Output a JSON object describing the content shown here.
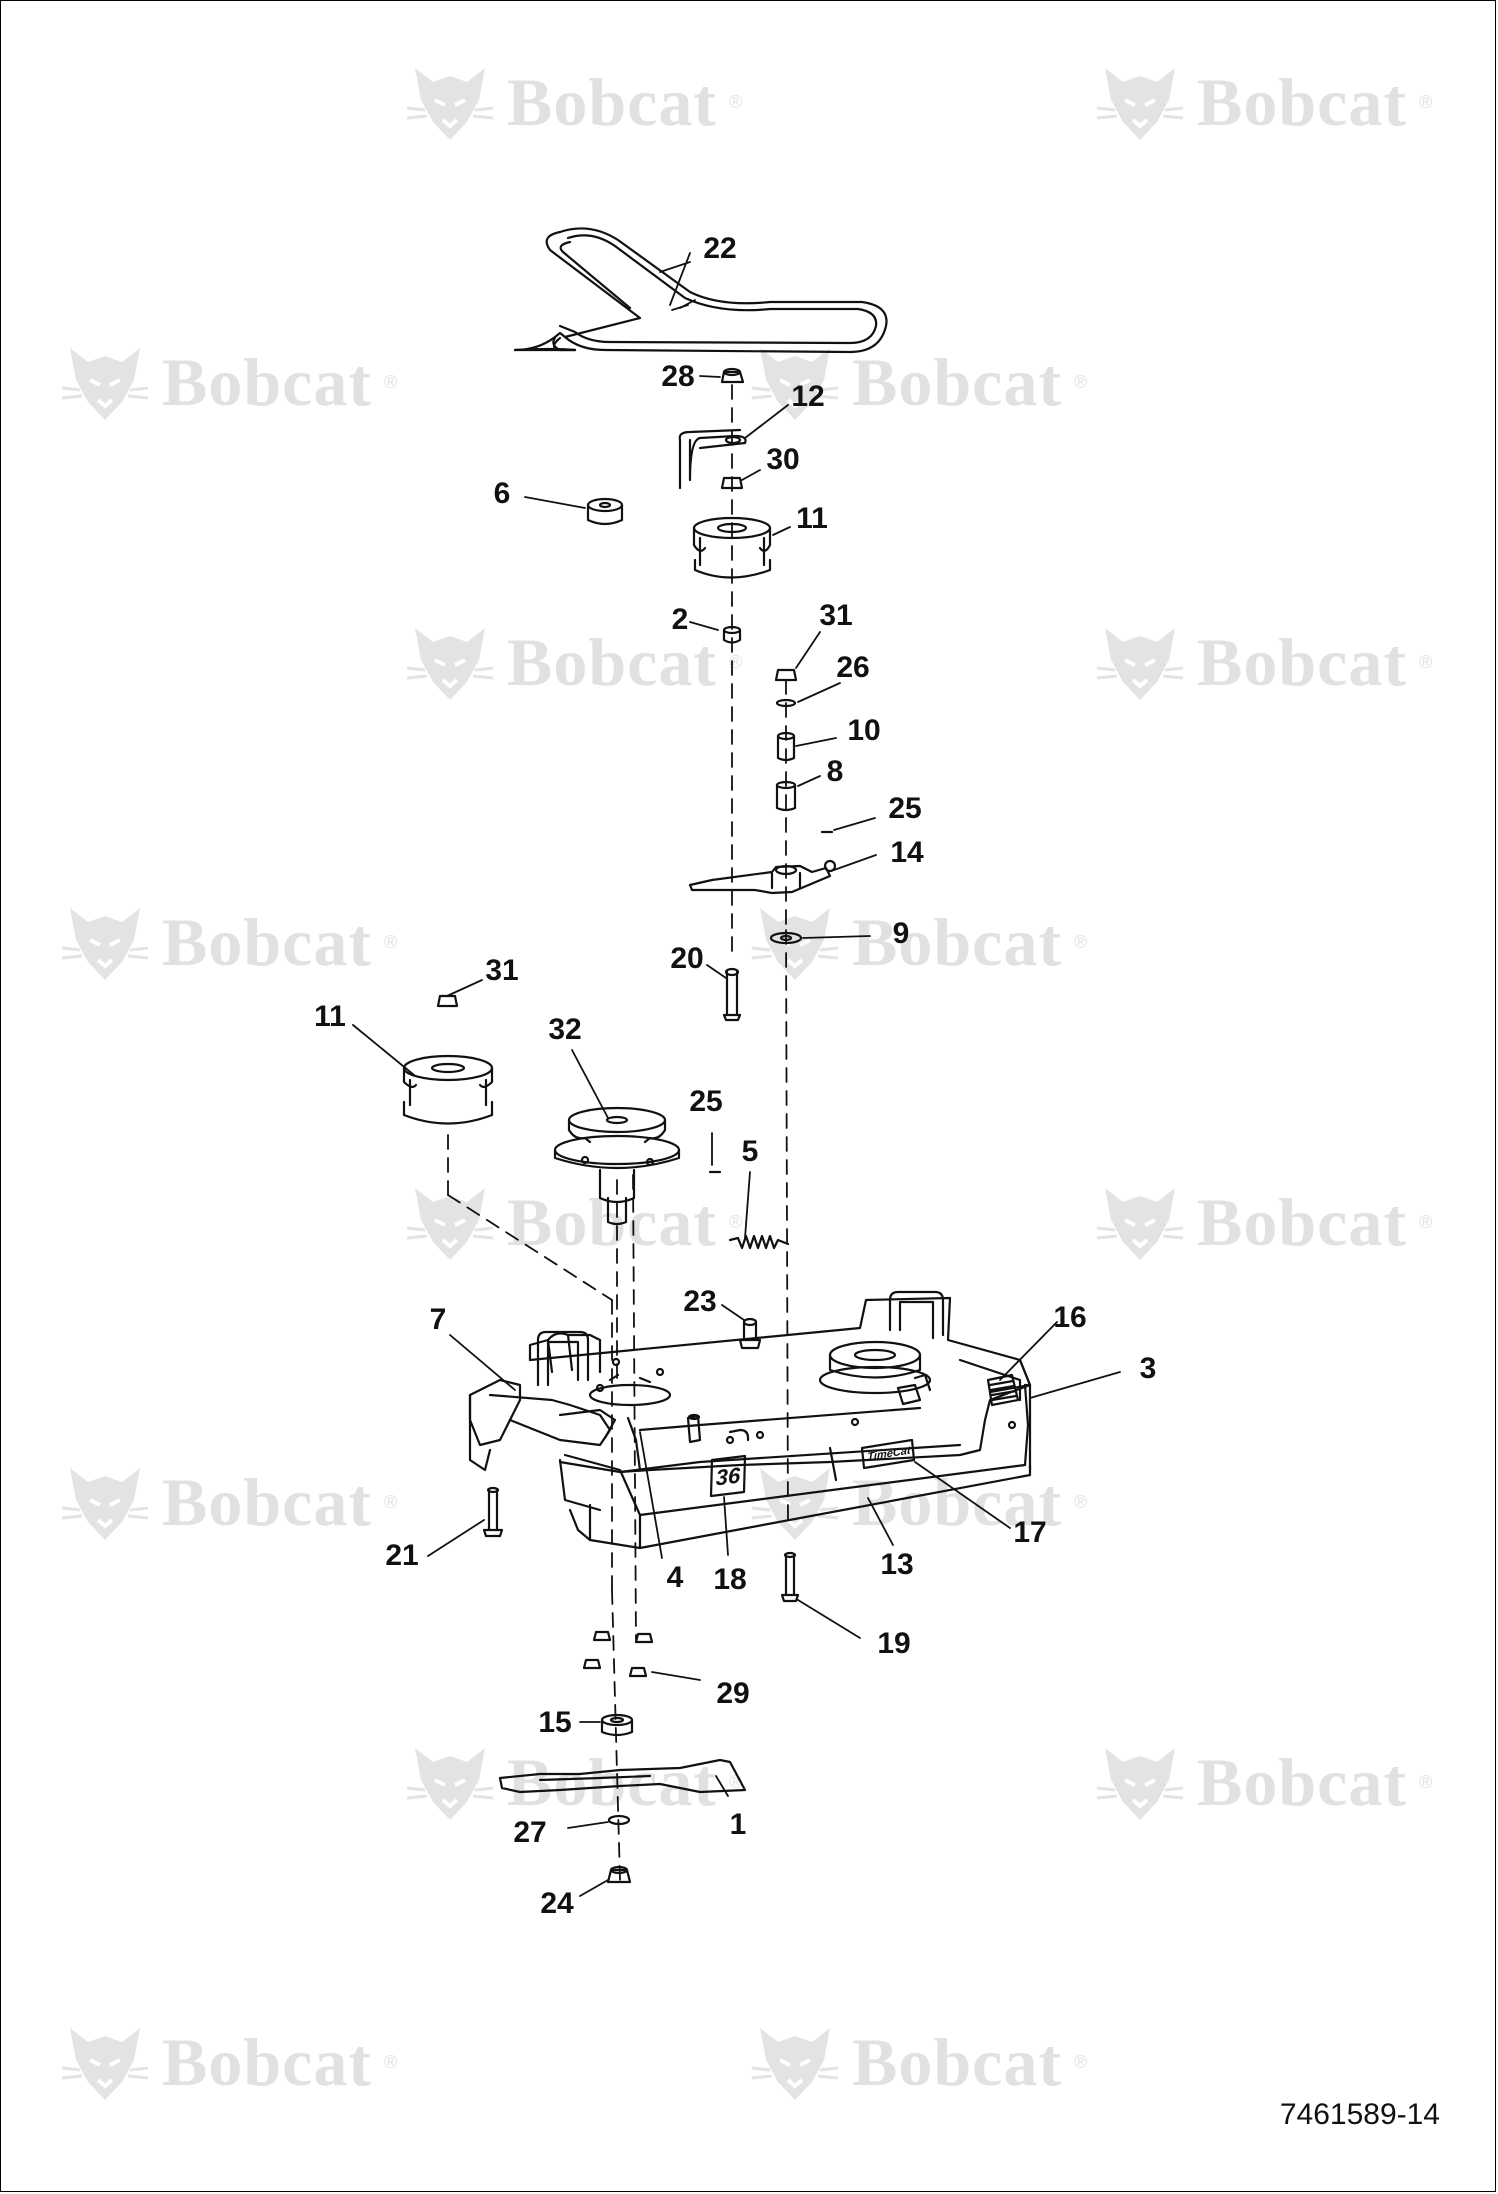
{
  "watermark": {
    "text": "Bobcat",
    "registered": "®",
    "icon": "bobcat-head-logo-icon"
  },
  "callouts": {
    "c1": "1",
    "c2": "2",
    "c3": "3",
    "c4": "4",
    "c5": "5",
    "c6": "6",
    "c7": "7",
    "c8": "8",
    "c9": "9",
    "c10": "10",
    "c11a": "11",
    "c11b": "11",
    "c12": "12",
    "c13": "13",
    "c14": "14",
    "c15": "15",
    "c16": "16",
    "c17": "17",
    "c18": "18",
    "c19": "19",
    "c20": "20",
    "c21": "21",
    "c22": "22",
    "c23": "23",
    "c24": "24",
    "c25a": "25",
    "c25b": "25",
    "c26": "26",
    "c27": "27",
    "c28": "28",
    "c29": "29",
    "c30": "30",
    "c31a": "31",
    "c31b": "31",
    "c32": "32"
  },
  "deck_badge": "36",
  "deck_logo": "TimeCat",
  "part_number": "7461589-14",
  "colors": {
    "line": "#111111",
    "watermark": "#e0e0e0",
    "background": "#ffffff"
  }
}
